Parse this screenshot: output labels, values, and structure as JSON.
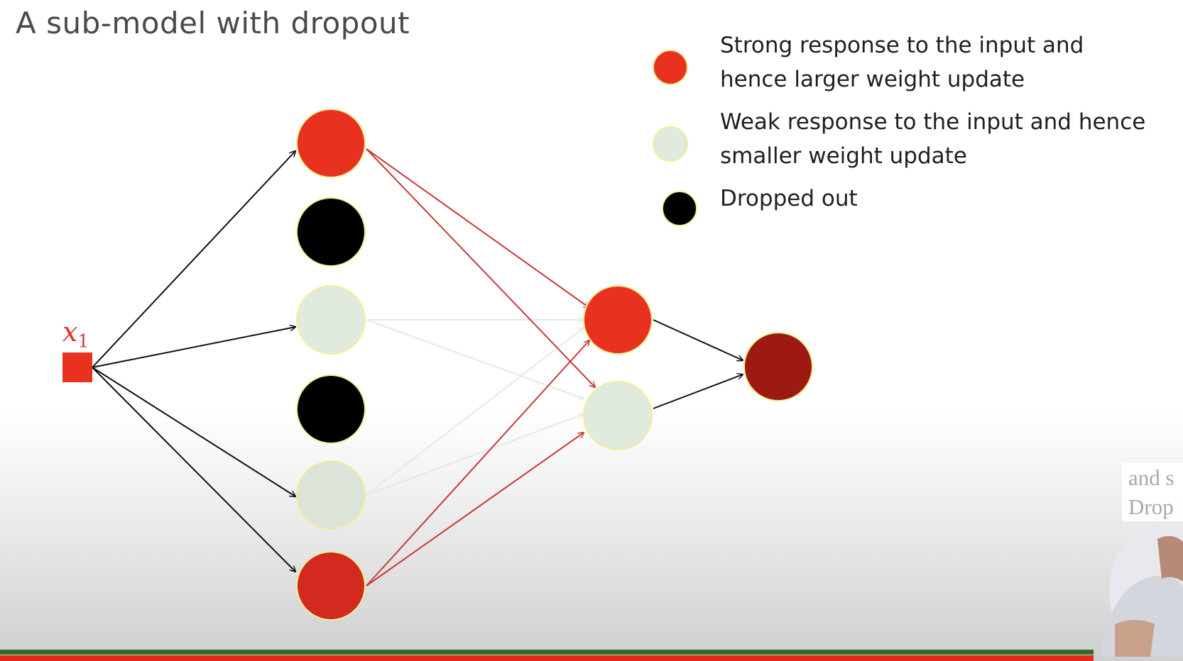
{
  "slide": {
    "title": "A sub-model with dropout"
  },
  "legend": [
    {
      "icon": "red-node-icon",
      "color": "#e8321f",
      "text": "Strong response to the input and hence larger weight update"
    },
    {
      "icon": "pale-node-icon",
      "color": "#e1eadf",
      "text": "Weak response to the input and hence smaller weight update"
    },
    {
      "icon": "black-node-icon",
      "color": "#000000",
      "text": "Dropped out"
    }
  ],
  "input_node": {
    "label": "x",
    "subscript": "1",
    "color": "#e8321f"
  },
  "colors": {
    "strong": "#e8321f",
    "weak": "#e1eadf",
    "dropped": "#000000",
    "output": "#9c1a12",
    "node_outline": "#f2ef95",
    "arrow_black": "#111111",
    "arrow_red": "#c83a3a",
    "arrow_faint": "#e4eae2"
  },
  "caption": {
    "line1": "and s",
    "line2": "Drop"
  }
}
